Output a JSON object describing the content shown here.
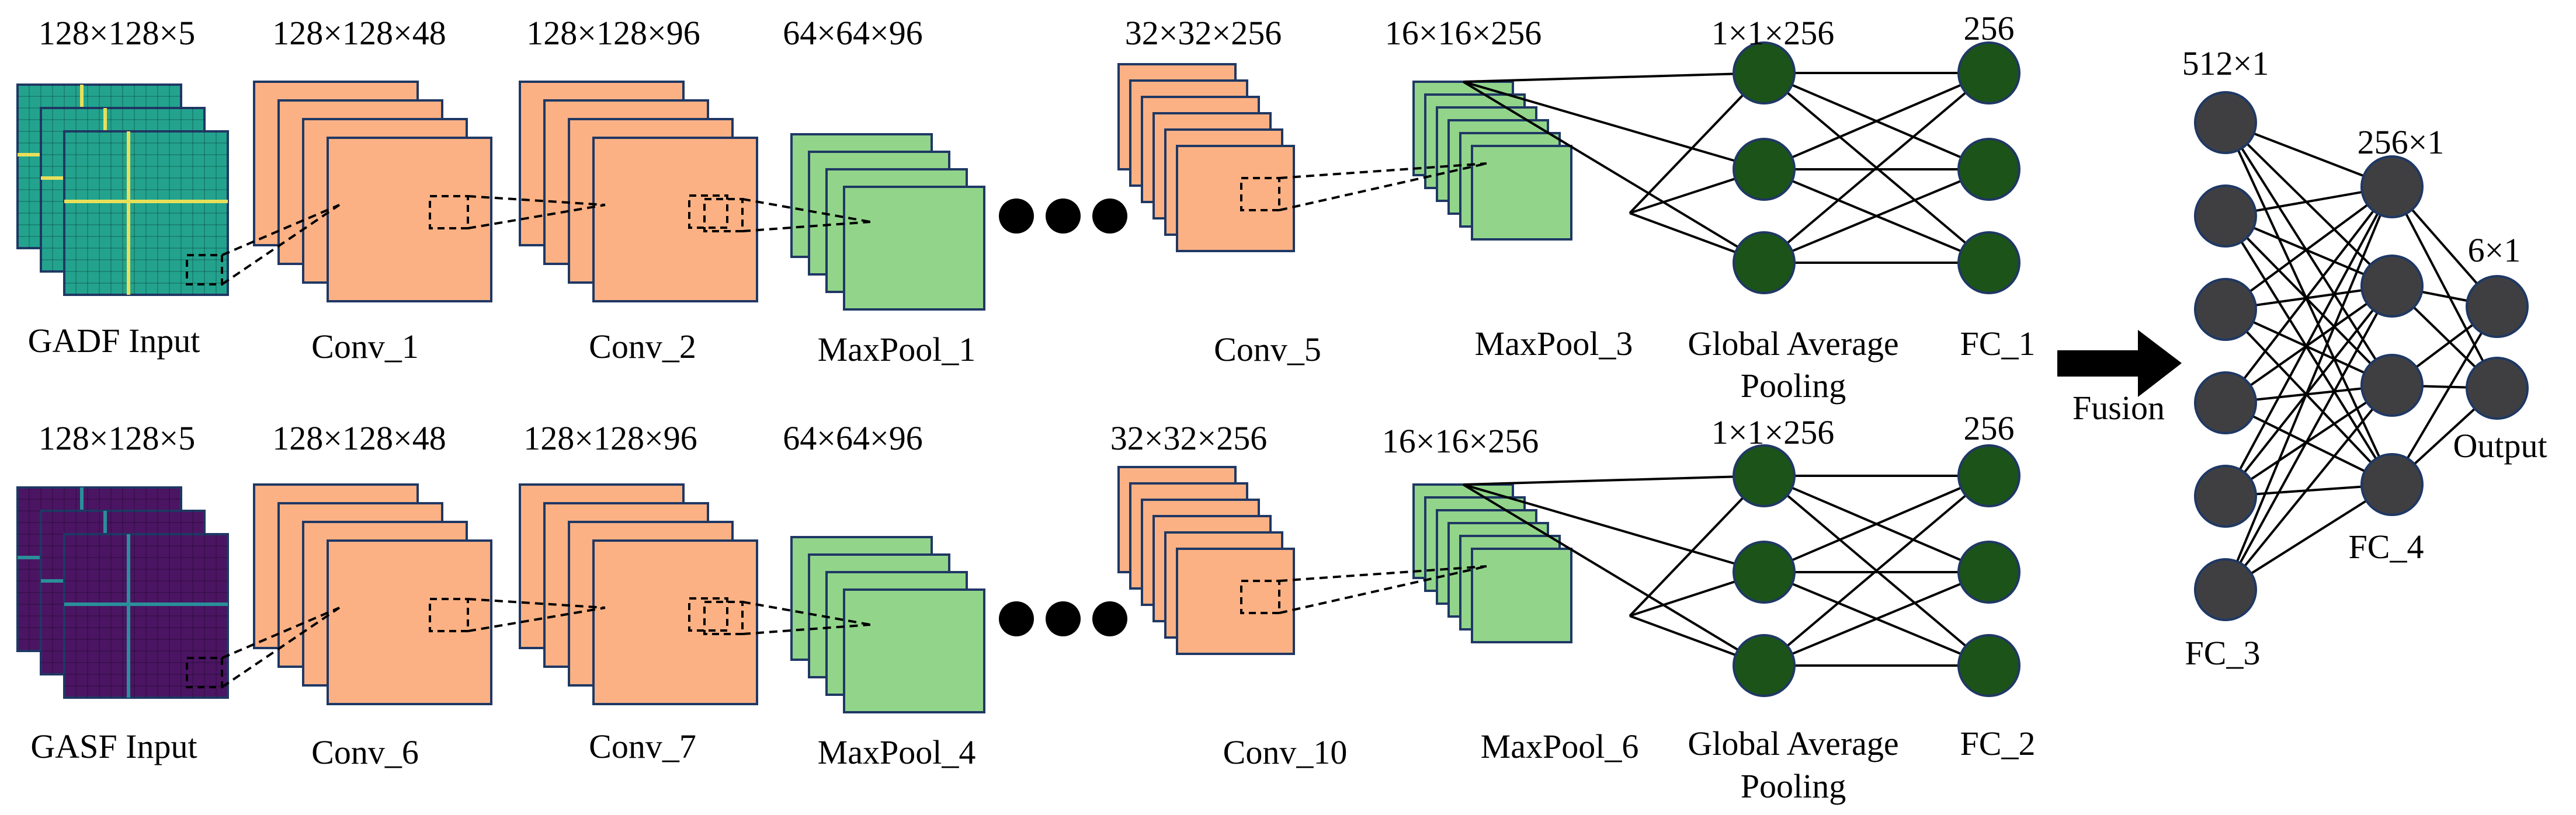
{
  "colors": {
    "conv": "#fbb184",
    "pool": "#92d58a",
    "fc_node": "#1c5319",
    "fusion_node": "#3f3f42",
    "gadf_bg": "#23a38e",
    "gasf_bg": "#4b1563",
    "edge": "#1f3864"
  },
  "top_branch": {
    "dims": [
      "128×128×5",
      "128×128×48",
      "128×128×96",
      "64×64×96",
      "32×32×256",
      "16×16×256",
      "1×1×256",
      "256"
    ],
    "labels": [
      "GADF Input",
      "Conv_1",
      "Conv_2",
      "MaxPool_1",
      "Conv_5",
      "MaxPool_3",
      "Global Average",
      "Pooling",
      "FC_1"
    ]
  },
  "bottom_branch": {
    "dims": [
      "128×128×5",
      "128×128×48",
      "128×128×96",
      "64×64×96",
      "32×32×256",
      "16×16×256",
      "1×1×256",
      "256"
    ],
    "labels": [
      "GASF Input",
      "Conv_6",
      "Conv_7",
      "MaxPool_4",
      "Conv_10",
      "MaxPool_6",
      "Global Average",
      "Pooling",
      "FC_2"
    ]
  },
  "fusion": {
    "arrow_label": "Fusion",
    "fc3_dim": "512×1",
    "fc4_dim": "256×1",
    "out_dim": "6×1",
    "fc3_label": "FC_3",
    "fc4_label": "FC_4",
    "out_label": "Output"
  }
}
